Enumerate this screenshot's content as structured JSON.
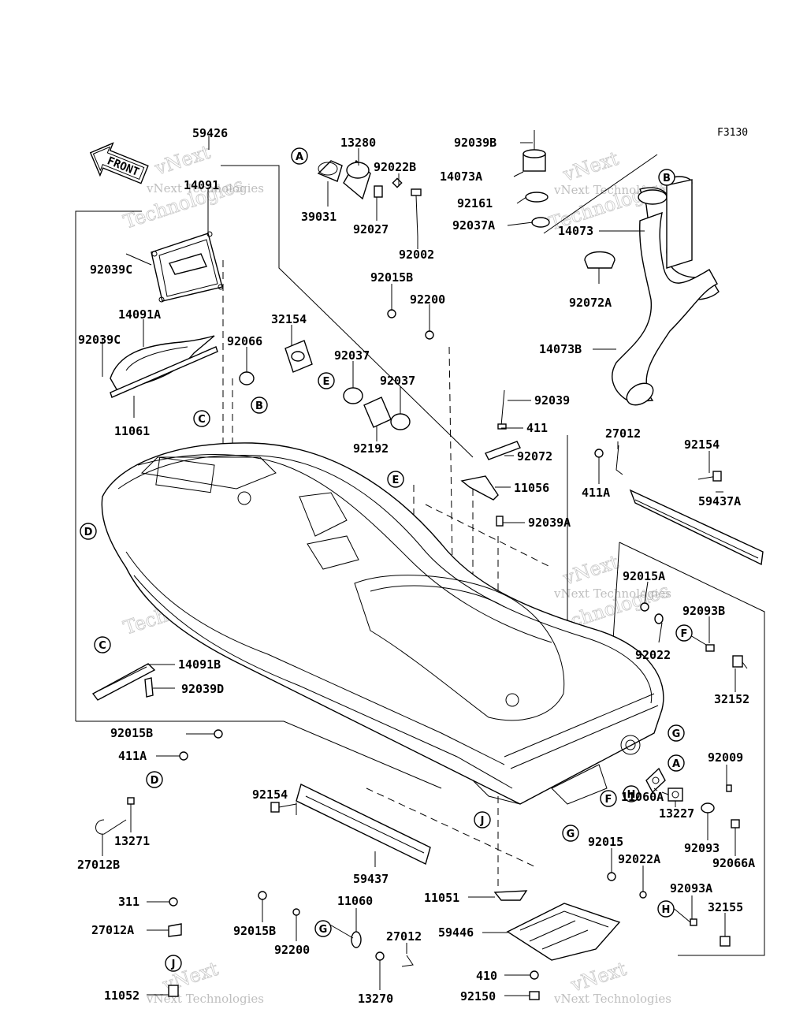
{
  "figure_code": "F3130",
  "front_arrow_label": "FRONT",
  "watermark": {
    "line1": "vNext Technologies",
    "line2": "vNext",
    "line3": "Technologies"
  },
  "part_labels": [
    "59426",
    "14091",
    "92039C",
    "14091A",
    "92039C",
    "11061",
    "14091B",
    "92039D",
    "13280",
    "39031",
    "92022B",
    "92027",
    "92002",
    "92015B",
    "92200",
    "32154",
    "92066",
    "92037",
    "92037",
    "92192",
    "92039B",
    "14073A",
    "92161",
    "92037A",
    "14073",
    "92072A",
    "14073B",
    "92039",
    "411",
    "92072",
    "11056",
    "92039A",
    "27012",
    "411A",
    "92154",
    "59437A",
    "92015A",
    "92093B",
    "92022",
    "32152",
    "92009",
    "11060A",
    "13227",
    "92093",
    "92066A",
    "92015B",
    "411A",
    "13271",
    "27012B",
    "92154",
    "59437",
    "11051",
    "59446",
    "410",
    "92150",
    "92015",
    "92022A",
    "92093A",
    "32155",
    "311",
    "27012A",
    "11052",
    "92015B",
    "92200",
    "11060",
    "13270",
    "27012"
  ],
  "callouts": [
    "A",
    "B",
    "C",
    "D",
    "E",
    "F",
    "G",
    "H",
    "J"
  ]
}
